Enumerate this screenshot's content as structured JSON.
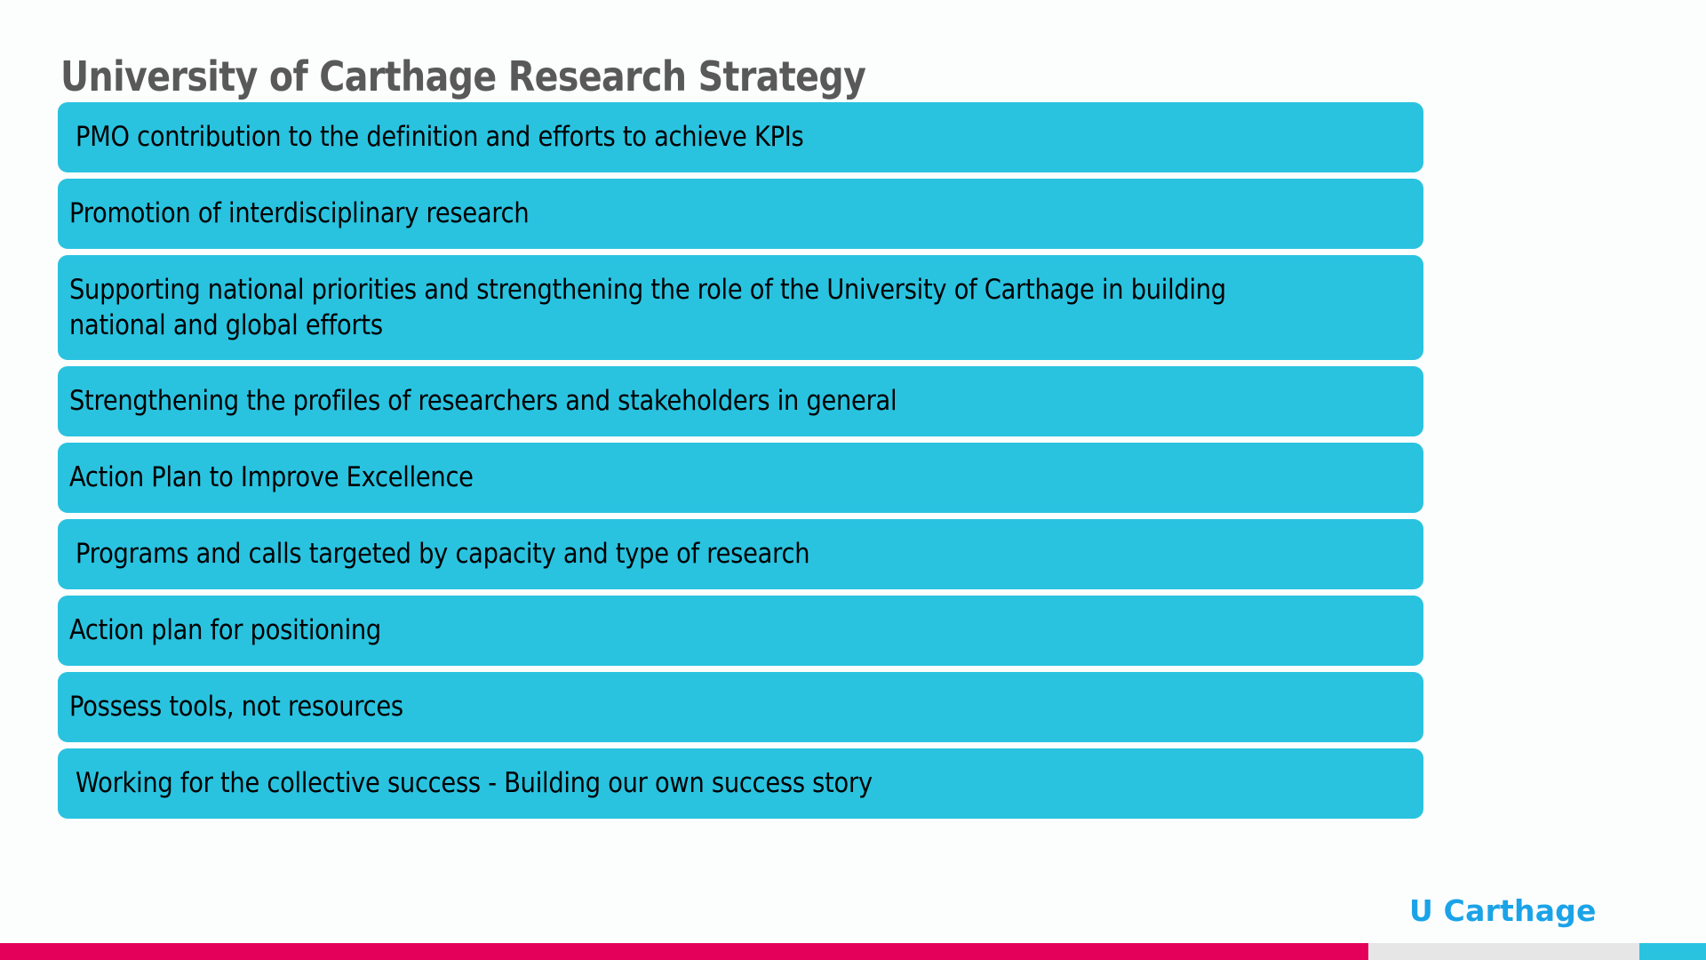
{
  "slide": {
    "title": "University of Carthage Research Strategy",
    "background_color": "#FCFDFD",
    "title_color": "#595959"
  },
  "bars": {
    "fill_color": "#29C3E0",
    "text_color": "#000000",
    "items": [
      {
        "label": "PMO contribution to the definition and efforts to achieve KPIs"
      },
      {
        "label": "Promotion of interdisciplinary research"
      },
      {
        "label": "Supporting national priorities and strengthening the role of the University of Carthage in building national and global efforts"
      },
      {
        "label": "Strengthening the profiles of researchers and stakeholders in general"
      },
      {
        "label": "Action Plan to Improve Excellence"
      },
      {
        "label": "Programs and calls targeted by capacity and type of research"
      },
      {
        "label": "Action plan for positioning"
      },
      {
        "label": "Possess tools, not resources"
      },
      {
        "label": "Working for the collective success - Building our own success story"
      }
    ]
  },
  "branding": {
    "logo_text": "U Carthage",
    "logo_color": "#1BA3E8"
  },
  "footer": {
    "segment_pink_color": "#E4005A",
    "segment_gray_color": "#E6E6E6",
    "segment_cyan_color": "#29C3E0"
  }
}
